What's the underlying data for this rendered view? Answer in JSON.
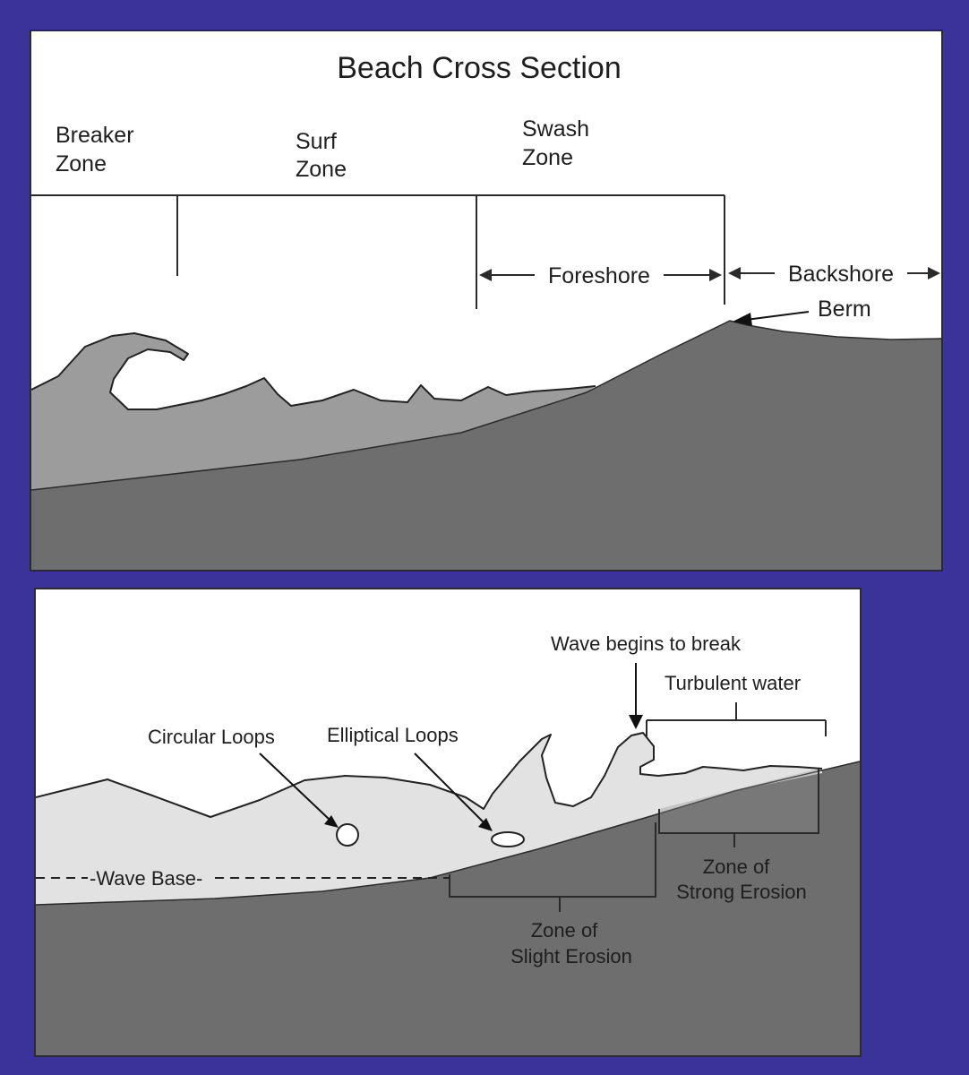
{
  "top": {
    "title": "Beach Cross Section",
    "breaker_l1": "Breaker",
    "breaker_l2": "Zone",
    "surf_l1": "Surf",
    "surf_l2": "Zone",
    "swash_l1": "Swash",
    "swash_l2": "Zone",
    "foreshore": "Foreshore",
    "backshore": "Backshore",
    "berm": "Berm"
  },
  "bottom": {
    "wave_break": "Wave begins to break",
    "turbulent": "Turbulent water",
    "circular": "Circular Loops",
    "elliptical": "Elliptical Loops",
    "wave_base": "-Wave Base-",
    "strong_l1": "Zone of",
    "strong_l2": "Strong Erosion",
    "slight_l1": "Zone of",
    "slight_l2": "Slight Erosion"
  },
  "colors": {
    "background": "#3a3499",
    "seabed": "#6e6e6e",
    "water_top": "#9c9c9c",
    "water_bottom": "#e2e2e2",
    "erosion_fill": "#8c8c8c"
  }
}
